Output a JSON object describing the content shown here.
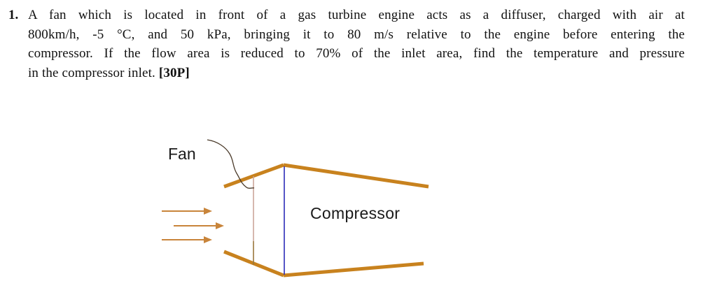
{
  "problem": {
    "number": "1.",
    "lines": [
      "A fan which is located in front of a gas turbine engine acts as a diffuser, charged with air at",
      "800km/h, -5 °C, and 50 kPa, bringing it to 80 m/s relative to the engine before entering the",
      "compressor. If the flow area is reduced to 70% of the inlet area, find the temperature and pressure",
      "in the compressor inlet."
    ],
    "points": "[30P]",
    "given": {
      "inlet_speed": "800km/h",
      "inlet_temperature": "-5 °C",
      "inlet_pressure": "50 kPa",
      "exit_velocity": "80 m/s",
      "area_ratio": "70%"
    }
  },
  "diagram": {
    "fan_label": "Fan",
    "compressor_label": "Compressor",
    "colors": {
      "casing": "#c8821e",
      "arrows": "#c8843a",
      "fan_line": "#c9a092",
      "compressor_face": "#2b2bb8",
      "leader_line": "#4a3a2a",
      "label_text": "#1a1a1a"
    },
    "arrow_count": 3
  }
}
